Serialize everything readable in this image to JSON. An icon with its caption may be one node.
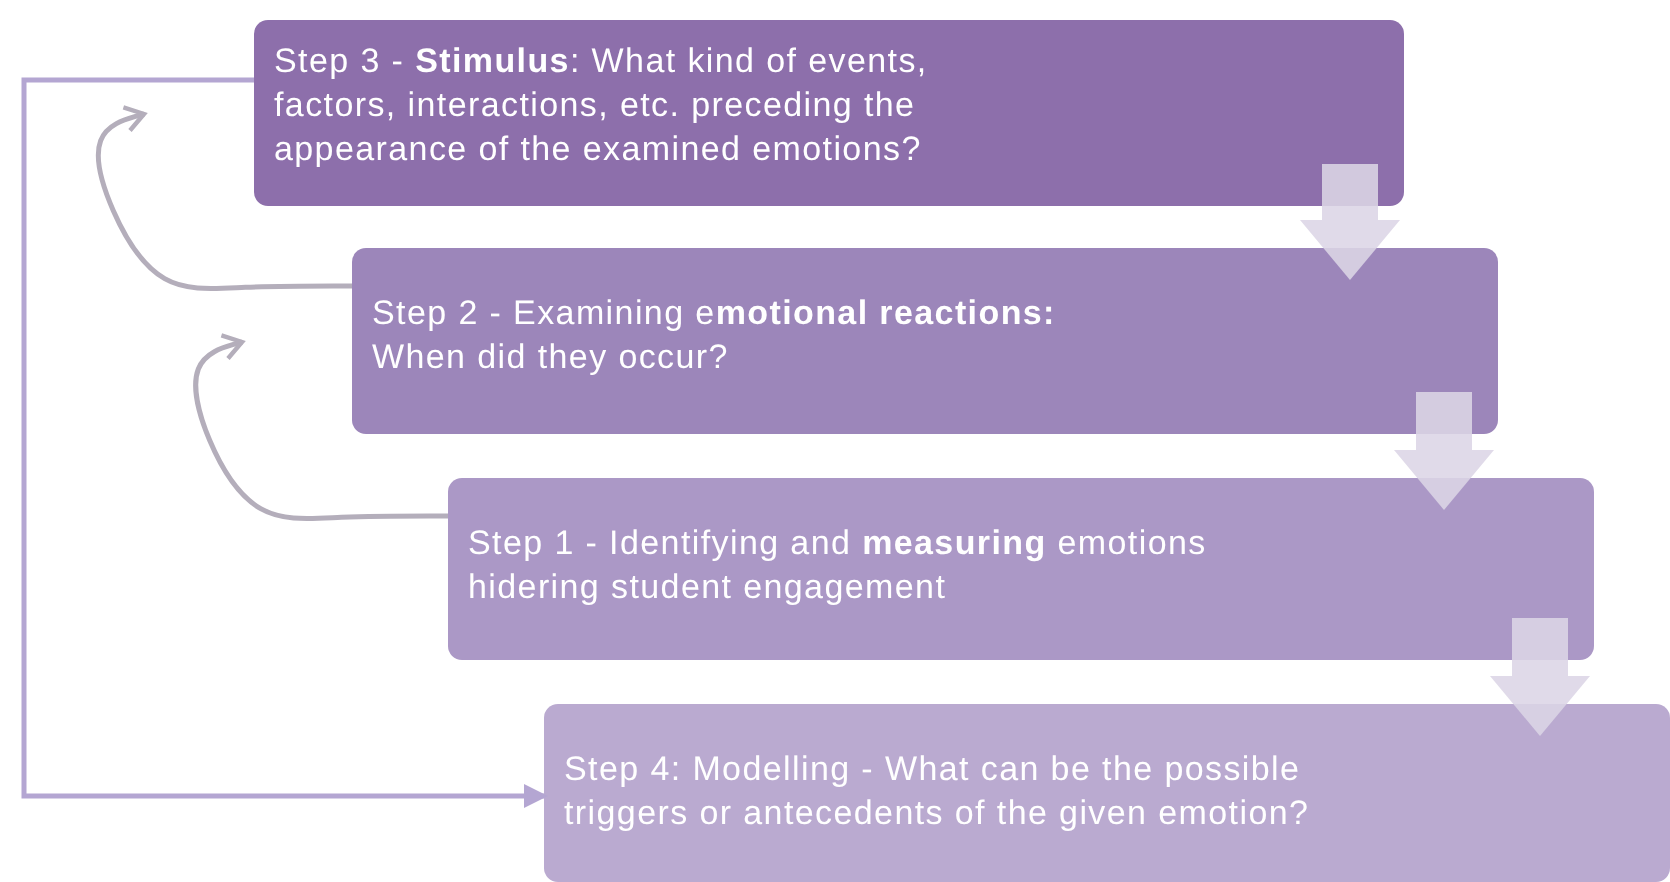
{
  "diagram": {
    "nodes": [
      {
        "text": [
          "Step 3 - **Stimulus**: What kind of events, factors, interactions, etc. preceding  the appearance of the examined emotions?"
        ]
      },
      {
        "text": [
          "Step 2 - Examining e**motional reactions:** When did they occur?"
        ]
      },
      {
        "text": [
          "Step 1 - Identifying and **measuring** emotions hidering student engagement"
        ]
      },
      {
        "text": [
          "Step 4: Modelling - What can be the possible triggers or antecedents of the given emotion?"
        ]
      }
    ],
    "edges": [
      {
        "from": 0,
        "to": 1,
        "arrow": "to",
        "style": "thick"
      },
      {
        "from": 1,
        "to": 2,
        "arrow": "to",
        "style": "thick"
      },
      {
        "from": 2,
        "to": 3,
        "arrow": "to",
        "style": "thick"
      },
      {
        "from": 1,
        "to": 0,
        "arrow": "to",
        "color": "#b4aebb"
      },
      {
        "from": 2,
        "to": 1,
        "arrow": "to",
        "color": "#b4aebb"
      },
      {
        "from": 0,
        "to": 3,
        "arrow": "to",
        "color": "#b4a6d2"
      }
    ]
  }
}
